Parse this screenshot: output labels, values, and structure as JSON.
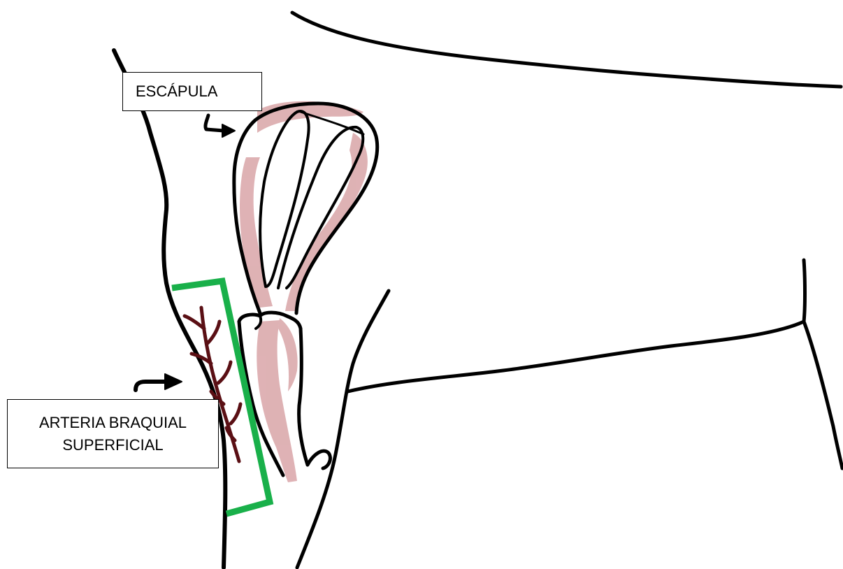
{
  "labels": {
    "scapula": "ESCÁPULA",
    "artery_line1": "ARTERIA BRAQUIAL",
    "artery_line2": "SUPERFICIAL"
  },
  "colors": {
    "outline": "#000000",
    "bone_shading": "#d9a5a8",
    "artery": "#5a0f14",
    "highlight_box": "#19b04a"
  }
}
